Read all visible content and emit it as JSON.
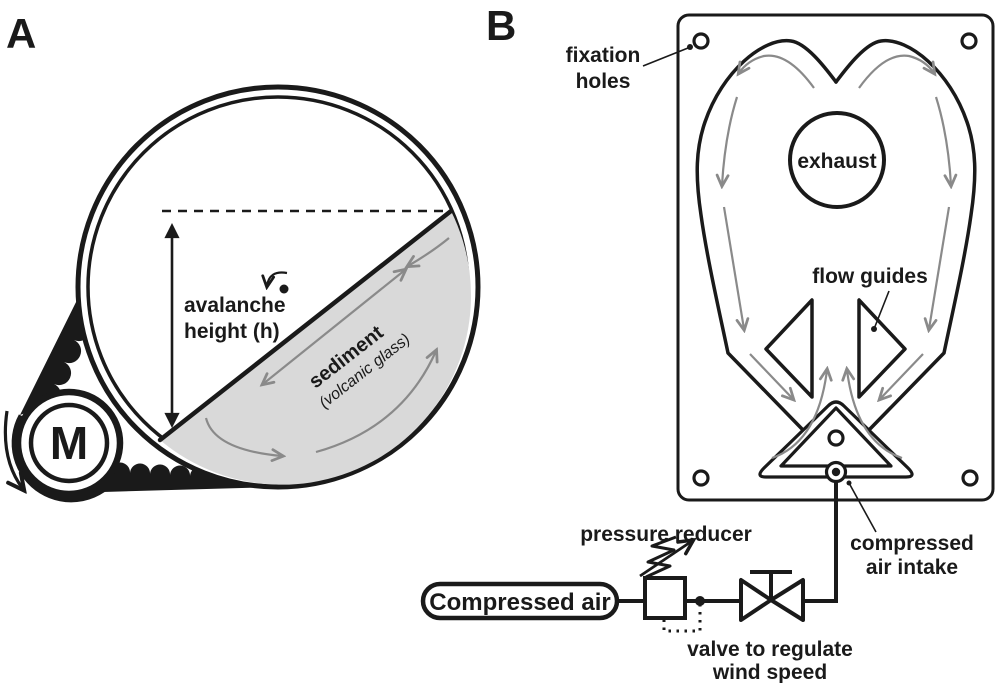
{
  "figure": {
    "panel_a": {
      "panel_label": "A",
      "motor_label": "M",
      "avalanche_line1": "avalanche",
      "avalanche_line2": "height (h)",
      "sediment_label": "sediment",
      "sediment_sublabel": "(volcanic glass)"
    },
    "panel_b": {
      "panel_label": "B",
      "fixation_line1": "fixation",
      "fixation_line2": "holes",
      "exhaust_label": "exhaust",
      "flow_guides_label": "flow guides",
      "intake_line1": "compressed",
      "intake_line2": "air intake"
    },
    "air_circuit": {
      "source_label": "Compressed air",
      "reducer_label": "pressure reducer",
      "valve_line1": "valve to regulate",
      "valve_line2": "wind speed"
    }
  },
  "colors": {
    "ink": "#1a1a1a",
    "flow_gray": "#8a8a8a",
    "sediment_fill": "#d9d9d9",
    "background": "#ffffff"
  }
}
